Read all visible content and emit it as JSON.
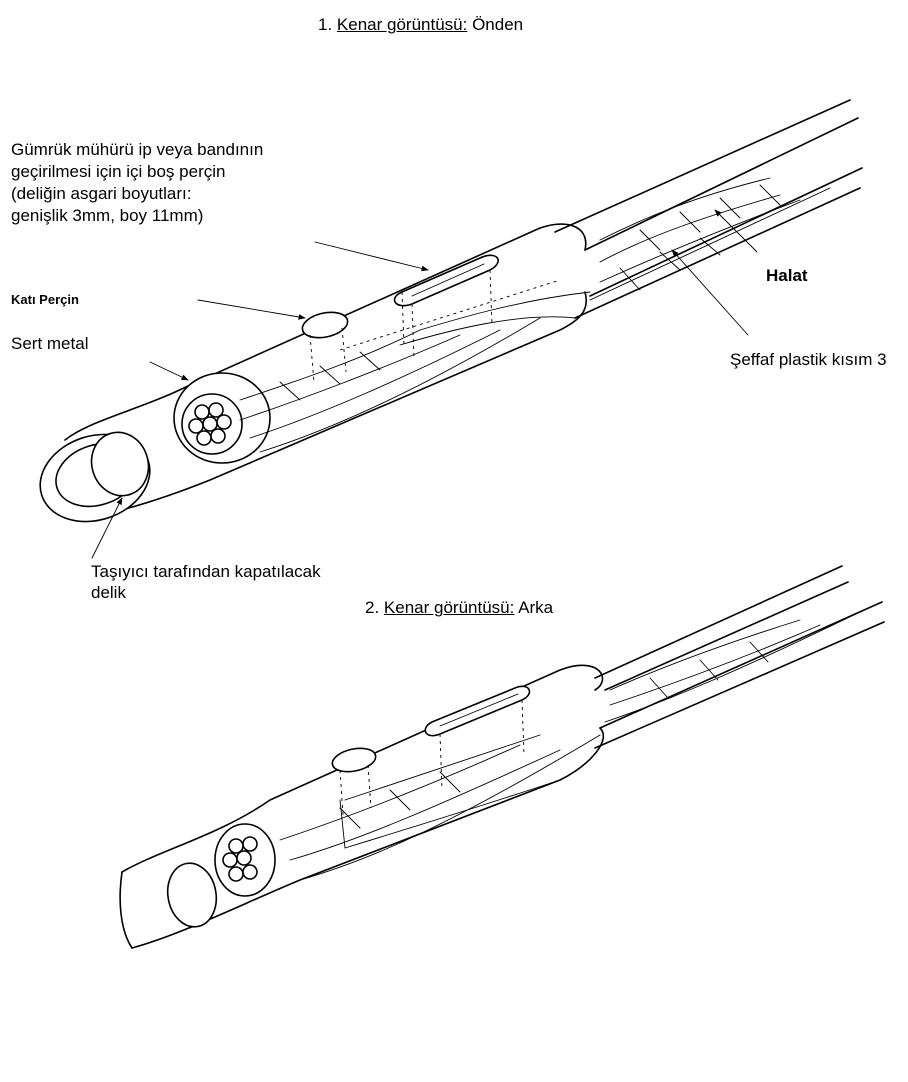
{
  "view1": {
    "number": "1.",
    "title_underlined": "Kenar görüntüsü:",
    "title_rest": "Önden"
  },
  "view2": {
    "number": "2.",
    "title_underlined": "Kenar görüntüsü:",
    "title_rest": "Arka"
  },
  "labels": {
    "hollow_rivet": [
      "Gümrük mühürü ip veya bandının",
      "geçirilmesi için içi boş perçin",
      "(deliğin asgari boyutları:",
      "genişlik 3mm, boy 11mm)"
    ],
    "solid_rivet": "Katı Perçin",
    "hard_metal": "Sert metal",
    "cable": "Halat",
    "transparent_plastic": "Şeffaf plastik kısım 3",
    "carrier_hole": [
      "Taşıyıcı tarafından kapatılacak",
      "delik"
    ]
  },
  "icons": [
    "leader-arrow",
    "rivet",
    "cable-strands"
  ]
}
